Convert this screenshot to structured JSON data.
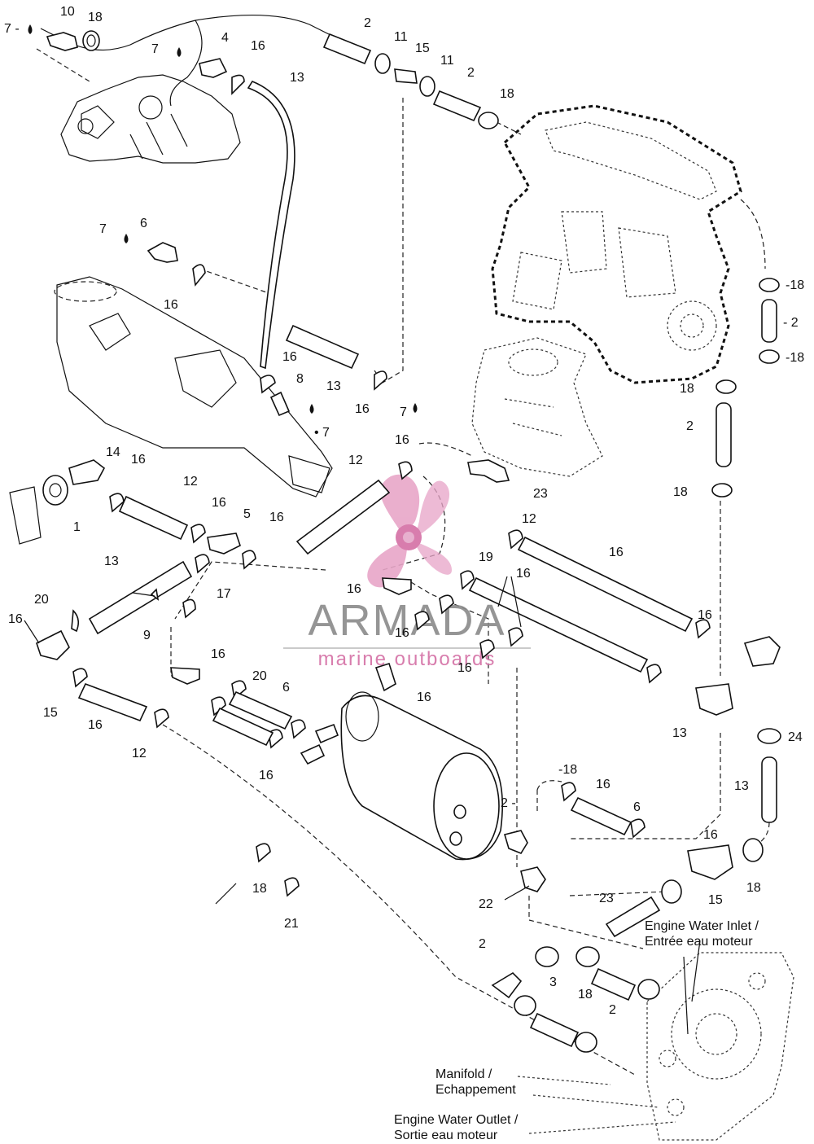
{
  "captions": {
    "inlet_line1": "Engine Water Inlet /",
    "inlet_line2": "Entrée eau moteur",
    "manifold_line1": "Manifold /",
    "manifold_line2": "Echappement",
    "outlet_line1": "Engine Water Outlet /",
    "outlet_line2": "Sortie eau moteur"
  },
  "watermark": {
    "brand": "ARMADA",
    "tagline": "marine outboards",
    "accent_color": "#e8a6c8",
    "text_color": "#8a8a8a"
  },
  "part_labels": [
    "7 -",
    "10",
    "18",
    "2",
    "7",
    "4",
    "16",
    "11",
    "15",
    "11",
    "2",
    "13",
    "18",
    "7",
    "6",
    "16",
    "-18",
    "- 2",
    "-18",
    "16",
    "8",
    "13",
    "16",
    "• 7",
    "7",
    "18",
    "2",
    "14",
    "16",
    "12",
    "16",
    "23",
    "18",
    "1",
    "12",
    "16",
    "5",
    "16",
    "16",
    "13",
    "12",
    "16",
    "19",
    "16",
    "20",
    "16",
    "9",
    "17",
    "16",
    "16",
    "16",
    "16",
    "20",
    "16",
    "6",
    "13",
    "15",
    "16",
    "12",
    "16",
    "24",
    "-18",
    "16",
    "13",
    "2 -",
    "6",
    "16",
    "15",
    "18",
    "18",
    "21",
    "22",
    "23",
    "2",
    "3",
    "18",
    "2",
    "18"
  ]
}
